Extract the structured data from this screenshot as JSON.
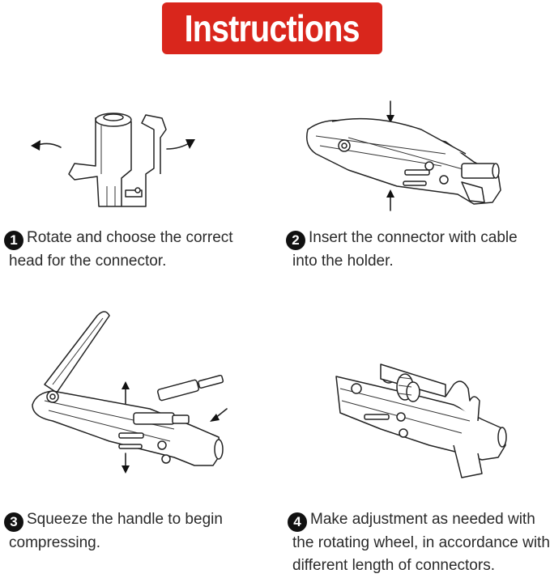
{
  "banner": {
    "title": "Instructions",
    "color": "#d9261c"
  },
  "steps": [
    {
      "number": "1",
      "line1": "Rotate and choose the correct",
      "line2": "head for the connector."
    },
    {
      "number": "2",
      "line1": "Insert the connector with cable",
      "line2": "into the holder."
    },
    {
      "number": "3",
      "line1": "Squeeze the handle to begin",
      "line2": "compressing."
    },
    {
      "number": "4",
      "line1": "Make adjustment as needed with",
      "line2": "the rotating wheel, in accordance with",
      "line3": "different length of connectors."
    }
  ],
  "icons": {
    "rotate_left": "curved-arrow-left-icon",
    "rotate_right": "curved-arrow-right-icon",
    "arrow_down": "arrow-down-icon",
    "arrow_up": "arrow-up-icon"
  }
}
